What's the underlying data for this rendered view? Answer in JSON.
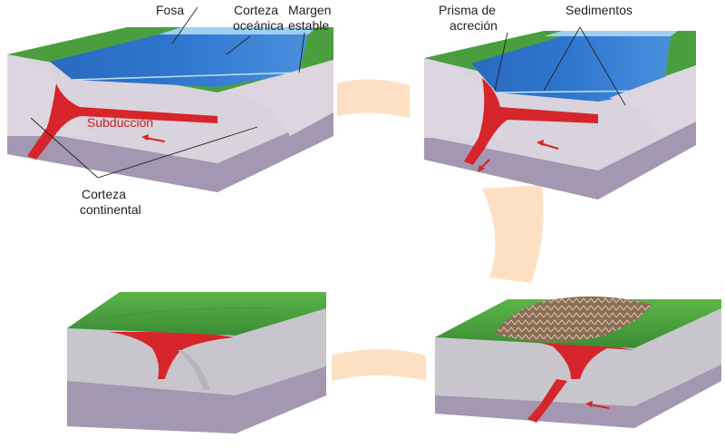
{
  "labels": {
    "fosa": "Fosa",
    "corteza_oceanica_1": "Corteza",
    "corteza_oceanica_2": "oceánica",
    "margen_estable_1": "Margen",
    "margen_estable_2": "estable",
    "subduccion": "Subducción",
    "corteza_continental_1": "Corteza",
    "corteza_continental_2": "continental",
    "prisma_acrecion_1": "Prisma de",
    "prisma_acrecion_2": "acreción",
    "sedimentos": "Sedimentos"
  },
  "colors": {
    "ocean_dark": "#1f5fb8",
    "ocean_light": "#8fc4ec",
    "land_green": "#3f9a3c",
    "continental_crust": "#d8d2dc",
    "mantle": "#a497b2",
    "subducting_plate": "#d6262b",
    "mountain_brown": "#8a6a4c",
    "cycle_arrow": "#fde0c3",
    "arrow_red": "#d42424"
  }
}
